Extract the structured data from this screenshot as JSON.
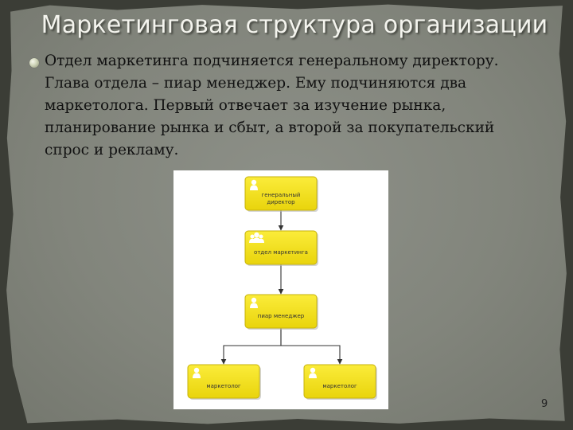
{
  "slide": {
    "title": "Маркетинговая структура организации",
    "body": "Отдел маркетинга подчиняется генеральному директору.\nГлава отдела – пиар менеджер. Ему подчиняются два\nмаркетолога. Первый отвечает за изучение рынка,\nпланирование рынка и сбыт, а второй за покупательский\nспрос и рекламу.",
    "page_number": "9"
  },
  "diagram": {
    "nodes": [
      {
        "id": "ceo",
        "label": "генеральный директор",
        "label_lines": [
          "генеральный",
          "директор"
        ],
        "icon": "person-icon"
      },
      {
        "id": "dept",
        "label": "отдел маркетинга",
        "label_lines": [
          "отдел маркетинга"
        ],
        "icon": "group-icon"
      },
      {
        "id": "pr",
        "label": "пиар менеджер",
        "label_lines": [
          "пиар менеджер"
        ],
        "icon": "person-icon"
      },
      {
        "id": "m1",
        "label": "маркетолог",
        "label_lines": [
          "маркетолог"
        ],
        "icon": "person-icon"
      },
      {
        "id": "m2",
        "label": "маркетолог",
        "label_lines": [
          "маркетолог"
        ],
        "icon": "person-icon"
      }
    ],
    "edges": [
      {
        "from": "ceo",
        "to": "dept"
      },
      {
        "from": "dept",
        "to": "pr"
      },
      {
        "from": "pr",
        "to": "m1"
      },
      {
        "from": "pr",
        "to": "m2"
      }
    ],
    "colors": {
      "box": "#f2e01c",
      "box_border": "#c6b20a",
      "icon": "#ffffff",
      "connector": "#333333"
    }
  }
}
